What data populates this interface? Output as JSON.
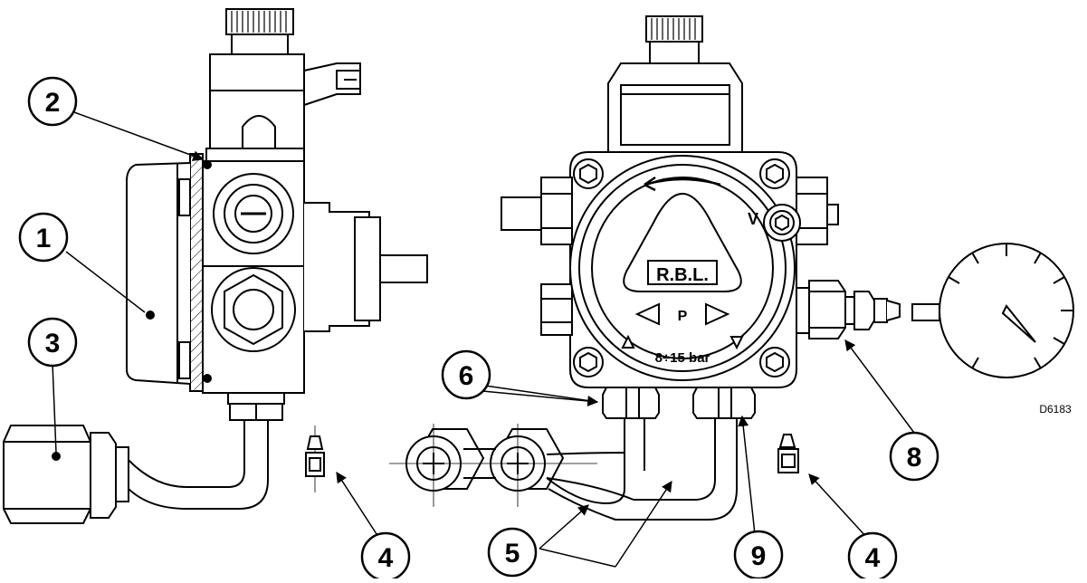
{
  "callouts": [
    {
      "id": "c1",
      "label": "1"
    },
    {
      "id": "c2",
      "label": "2"
    },
    {
      "id": "c3",
      "label": "3"
    },
    {
      "id": "c4a",
      "label": "4"
    },
    {
      "id": "c4b",
      "label": "4"
    },
    {
      "id": "c5",
      "label": "5"
    },
    {
      "id": "c6",
      "label": "6"
    },
    {
      "id": "c8",
      "label": "8"
    },
    {
      "id": "c9",
      "label": "9"
    }
  ],
  "pump_markings": {
    "brand": "R.B.L.",
    "port_p": "P",
    "port_v": "V",
    "pressure_range": "8÷15 bar"
  },
  "drawing_ref": "D6183",
  "colors": {
    "line": "#000000",
    "background": "#ffffff",
    "hatch": "#000000"
  }
}
